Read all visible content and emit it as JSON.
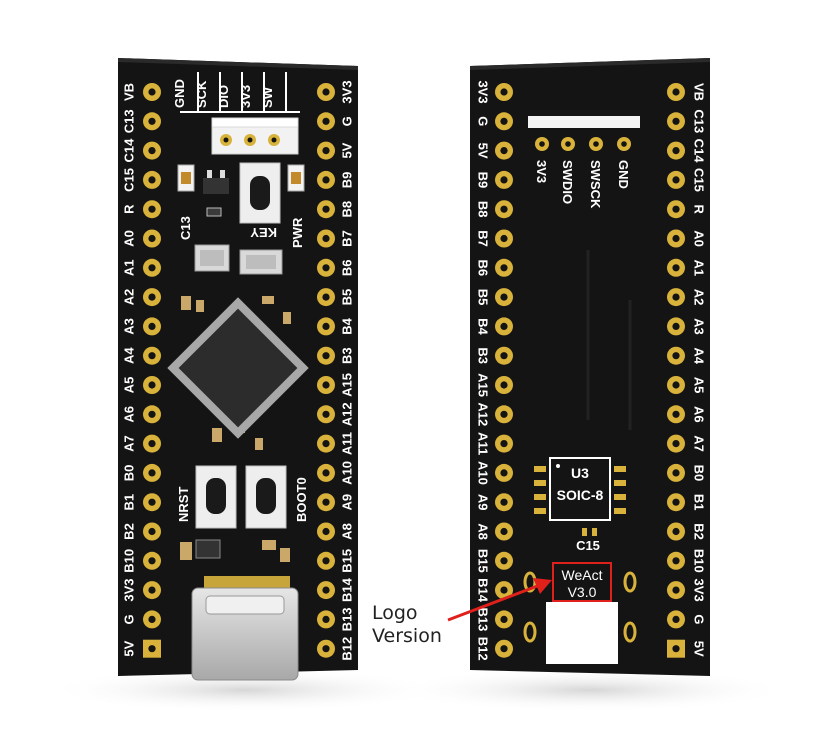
{
  "front": {
    "left_pins": [
      "VB",
      "C13",
      "C14",
      "C15",
      "R",
      "A0",
      "A1",
      "A2",
      "A3",
      "A4",
      "A5",
      "A6",
      "A7",
      "B0",
      "B1",
      "B2",
      "B10",
      "3V3",
      "G",
      "5V"
    ],
    "right_pins": [
      "3V3",
      "G",
      "5V",
      "B9",
      "B8",
      "B7",
      "B6",
      "B5",
      "B4",
      "B3",
      "A15",
      "A12",
      "A11",
      "A10",
      "A9",
      "A8",
      "B15",
      "B14",
      "B13",
      "B12"
    ],
    "header_labels": [
      "GND",
      "SCK",
      "DIO",
      "3V3",
      "SW"
    ],
    "silk": {
      "c13": "C13",
      "key": "KEY",
      "pwr": "PWR",
      "nrst": "NRST",
      "boot0": "BOOT0"
    }
  },
  "back": {
    "left_pins": [
      "3V3",
      "G",
      "5V",
      "B9",
      "B8",
      "B7",
      "B6",
      "B5",
      "B4",
      "B3",
      "A15",
      "A12",
      "A11",
      "A10",
      "A9",
      "A8",
      "B15",
      "B14",
      "B13",
      "B12"
    ],
    "right_pins": [
      "VB",
      "C13",
      "C14",
      "C15",
      "R",
      "A0",
      "A1",
      "A2",
      "A3",
      "A4",
      "A5",
      "A6",
      "A7",
      "B0",
      "B1",
      "B2",
      "B10",
      "3V3",
      "G",
      "5V"
    ],
    "swd_labels": [
      "3V3",
      "SWDIO",
      "SWSCK",
      "GND"
    ],
    "chip_ref": "U3",
    "chip_pkg": "SOIC-8",
    "cap_label": "C15",
    "logo": "WeAct",
    "version": "V3.0"
  },
  "annotation": {
    "line1": "Logo",
    "line2": "Version",
    "arrow_color": "#e0201b"
  },
  "colors": {
    "pcb": "#141414",
    "gold": "#d8b23a",
    "highlight": "#e0201b"
  }
}
